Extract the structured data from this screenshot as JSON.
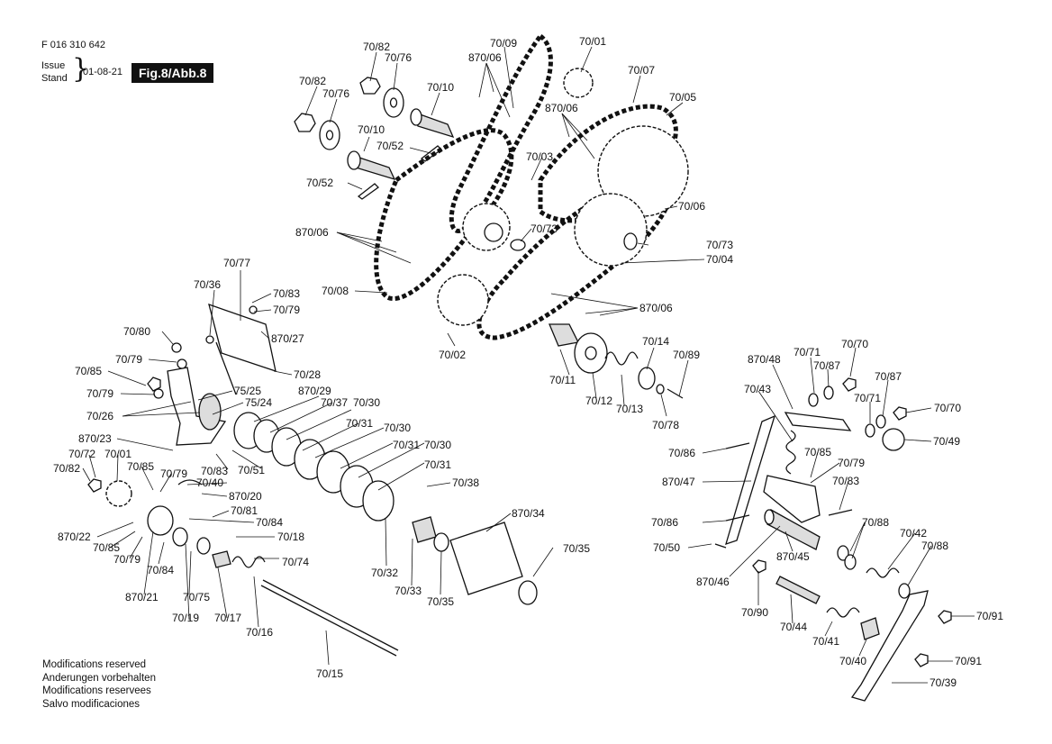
{
  "header": {
    "doc_number": "F 016 310 642",
    "issue_line1": "Issue",
    "issue_line2": "Stand",
    "issue_date": "01-08-21",
    "figure_label": "Fig.8/Abb.8"
  },
  "footer": {
    "lines": [
      "Modifications reserved",
      "Anderungen vorbehalten",
      "Modifications reservees",
      "Salvo modificaciones"
    ]
  },
  "callouts": [
    "70/82",
    "70/76",
    "70/82",
    "70/76",
    "70/10",
    "70/10",
    "70/52",
    "70/52",
    "70/09",
    "870/06",
    "70/01",
    "70/07",
    "70/05",
    "870/06",
    "70/03",
    "70/06",
    "870/06",
    "70/73",
    "70/73",
    "70/04",
    "70/08",
    "870/06",
    "70/02",
    "70/77",
    "70/36",
    "70/83",
    "70/79",
    "870/27",
    "70/80",
    "70/79",
    "70/28",
    "70/85",
    "70/79",
    "75/25",
    "70/26",
    "75/24",
    "870/29",
    "70/37",
    "70/30",
    "870/23",
    "70/31",
    "70/30",
    "70/72",
    "70/01",
    "70/31",
    "70/30",
    "70/82",
    "70/85",
    "70/79",
    "70/83",
    "70/51",
    "70/31",
    "70/40",
    "70/38",
    "870/20",
    "70/81",
    "870/34",
    "870/22",
    "70/84",
    "70/85",
    "70/18",
    "70/79",
    "70/84",
    "70/74",
    "70/35",
    "870/21",
    "70/75",
    "70/32",
    "70/33",
    "70/35",
    "70/19",
    "70/17",
    "70/16",
    "70/15",
    "70/11",
    "70/12",
    "70/13",
    "70/14",
    "70/78",
    "70/89",
    "870/48",
    "70/71",
    "70/87",
    "70/70",
    "70/87",
    "70/43",
    "70/71",
    "70/70",
    "70/49",
    "70/86",
    "70/85",
    "70/79",
    "870/47",
    "70/83",
    "70/86",
    "70/88",
    "70/42",
    "70/50",
    "870/45",
    "70/88",
    "870/46",
    "70/90",
    "70/44",
    "70/91",
    "70/41",
    "70/40",
    "70/91",
    "70/39"
  ]
}
